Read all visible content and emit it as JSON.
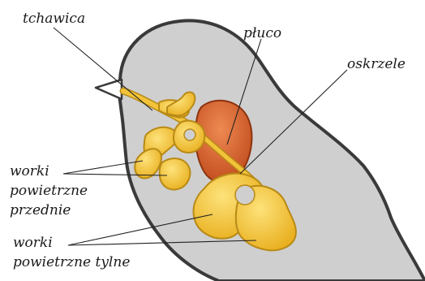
{
  "labels": {
    "trachea": "tchawica",
    "lung": "płuco",
    "bronchus": "oskrzele",
    "anterior_sacs_line1": "worki",
    "anterior_sacs_line2": "powietrzne",
    "anterior_sacs_line3": "przednie",
    "posterior_sacs_line1": "worki",
    "posterior_sacs_line2": "powietrzne tylne"
  },
  "colors": {
    "body_fill": "#cfcfcf",
    "outline": "#3a3a3a",
    "air_sac": "#f2c33a",
    "air_sac_stroke": "#b88a16",
    "lung": "#d65a28",
    "beak": "#ffffff",
    "leader_line": "#222222"
  }
}
